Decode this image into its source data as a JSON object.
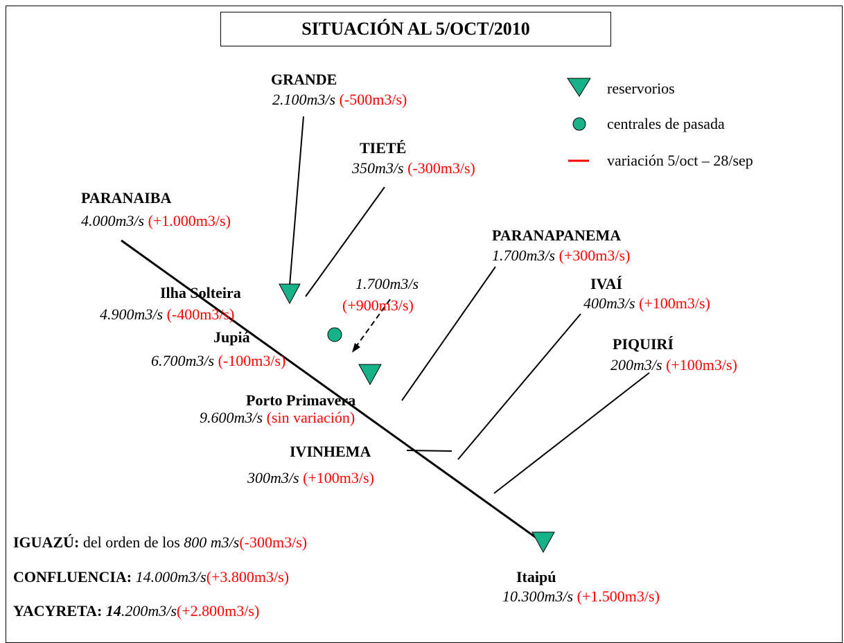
{
  "title": "SITUACIÓN AL 5/OCT/2010",
  "colors": {
    "reservoir": "#17b288",
    "variation": "#ff0000",
    "line": "#000000"
  },
  "legend": {
    "reservoir_label": "reservorios",
    "run_of_river_label": "centrales de pasada",
    "variation_label": "variación 5/oct – 28/sep"
  },
  "rivers": {
    "grande": {
      "name": "GRANDE",
      "flow": "2.100m3/s",
      "variation": "(-500m3/s)"
    },
    "tiete": {
      "name": "TIETÉ",
      "flow": "350m3/s",
      "variation": "(-300m3/s)"
    },
    "paranaiba": {
      "name": "PARANAIBA",
      "flow": "4.000m3/s",
      "variation": "(+1.000m3/s)"
    },
    "paranapanema": {
      "name": "PARANAPANEMA",
      "flow": "1.700m3/s",
      "variation": "(+300m3/s)"
    },
    "ivai": {
      "name": "IVAÍ",
      "flow": "400m3/s",
      "variation": "(+100m3/s)"
    },
    "piquiri": {
      "name": "PIQUIRÍ",
      "flow": "200m3/s",
      "variation": "(+100m3/s)"
    },
    "ivinhema": {
      "name": "IVINHEMA",
      "flow": "300m3/s",
      "variation": "(+100m3/s)"
    }
  },
  "plants": {
    "ilha_solteira": {
      "name": "Ilha Solteira",
      "flow": "4.900m3/s",
      "variation": "(-400m3/s)",
      "type": "reservorio"
    },
    "jupia": {
      "name": "Jupiá",
      "flow": "6.700m3/s",
      "variation": "(-100m3/s)",
      "type": "central de pasada"
    },
    "porto_primavera": {
      "name": "Porto Primavera",
      "flow": "9.600m3/s",
      "variation": "(sin variación)",
      "type": "reservorio"
    },
    "itaipu": {
      "name": "Itaipú",
      "flow": "10.300m3/s",
      "variation": "(+1.500m3/s)",
      "type": "reservorio"
    }
  },
  "lateral_inflow": {
    "flow": "1.700m3/s",
    "variation": "(+900m3/s)"
  },
  "summary": {
    "iguazu": {
      "name": "IGUAZÚ:",
      "prefix": "del orden de los",
      "flow": "800 m3/s",
      "variation": "(-300m3/s)"
    },
    "confluencia": {
      "name": "CONFLUENCIA:",
      "flow": "14.000m3/s",
      "variation": "(+3.800m3/s)"
    },
    "yacyreta": {
      "name": "YACYRETA:",
      "flow_bold": "14",
      "flow_rest": ".200m3/s",
      "variation": "(+2.800m3/s)"
    }
  }
}
